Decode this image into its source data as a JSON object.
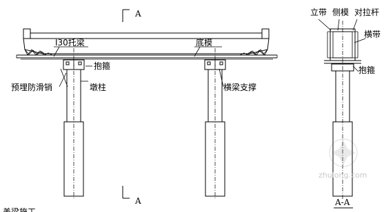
{
  "labels": {
    "section_mark": "A",
    "i30_beam": "I30托梁",
    "bottom_form": "底模",
    "hoop": "抱箍",
    "anti_slip_pin": "预埋防滑销",
    "pier_column": "墩柱",
    "cross_beam_support": "横梁支撑",
    "section_title": "A-A",
    "vertical_band": "立带",
    "side_form": "侧模",
    "tie_rod": "对拉杆",
    "horizontal_band": "横带",
    "hoop_section": "抱箍",
    "bottom_note": "盖梁施工",
    "watermark": "zhulong.com"
  },
  "icons": {
    "watermark_logo": "zhulong-logo-icon"
  }
}
